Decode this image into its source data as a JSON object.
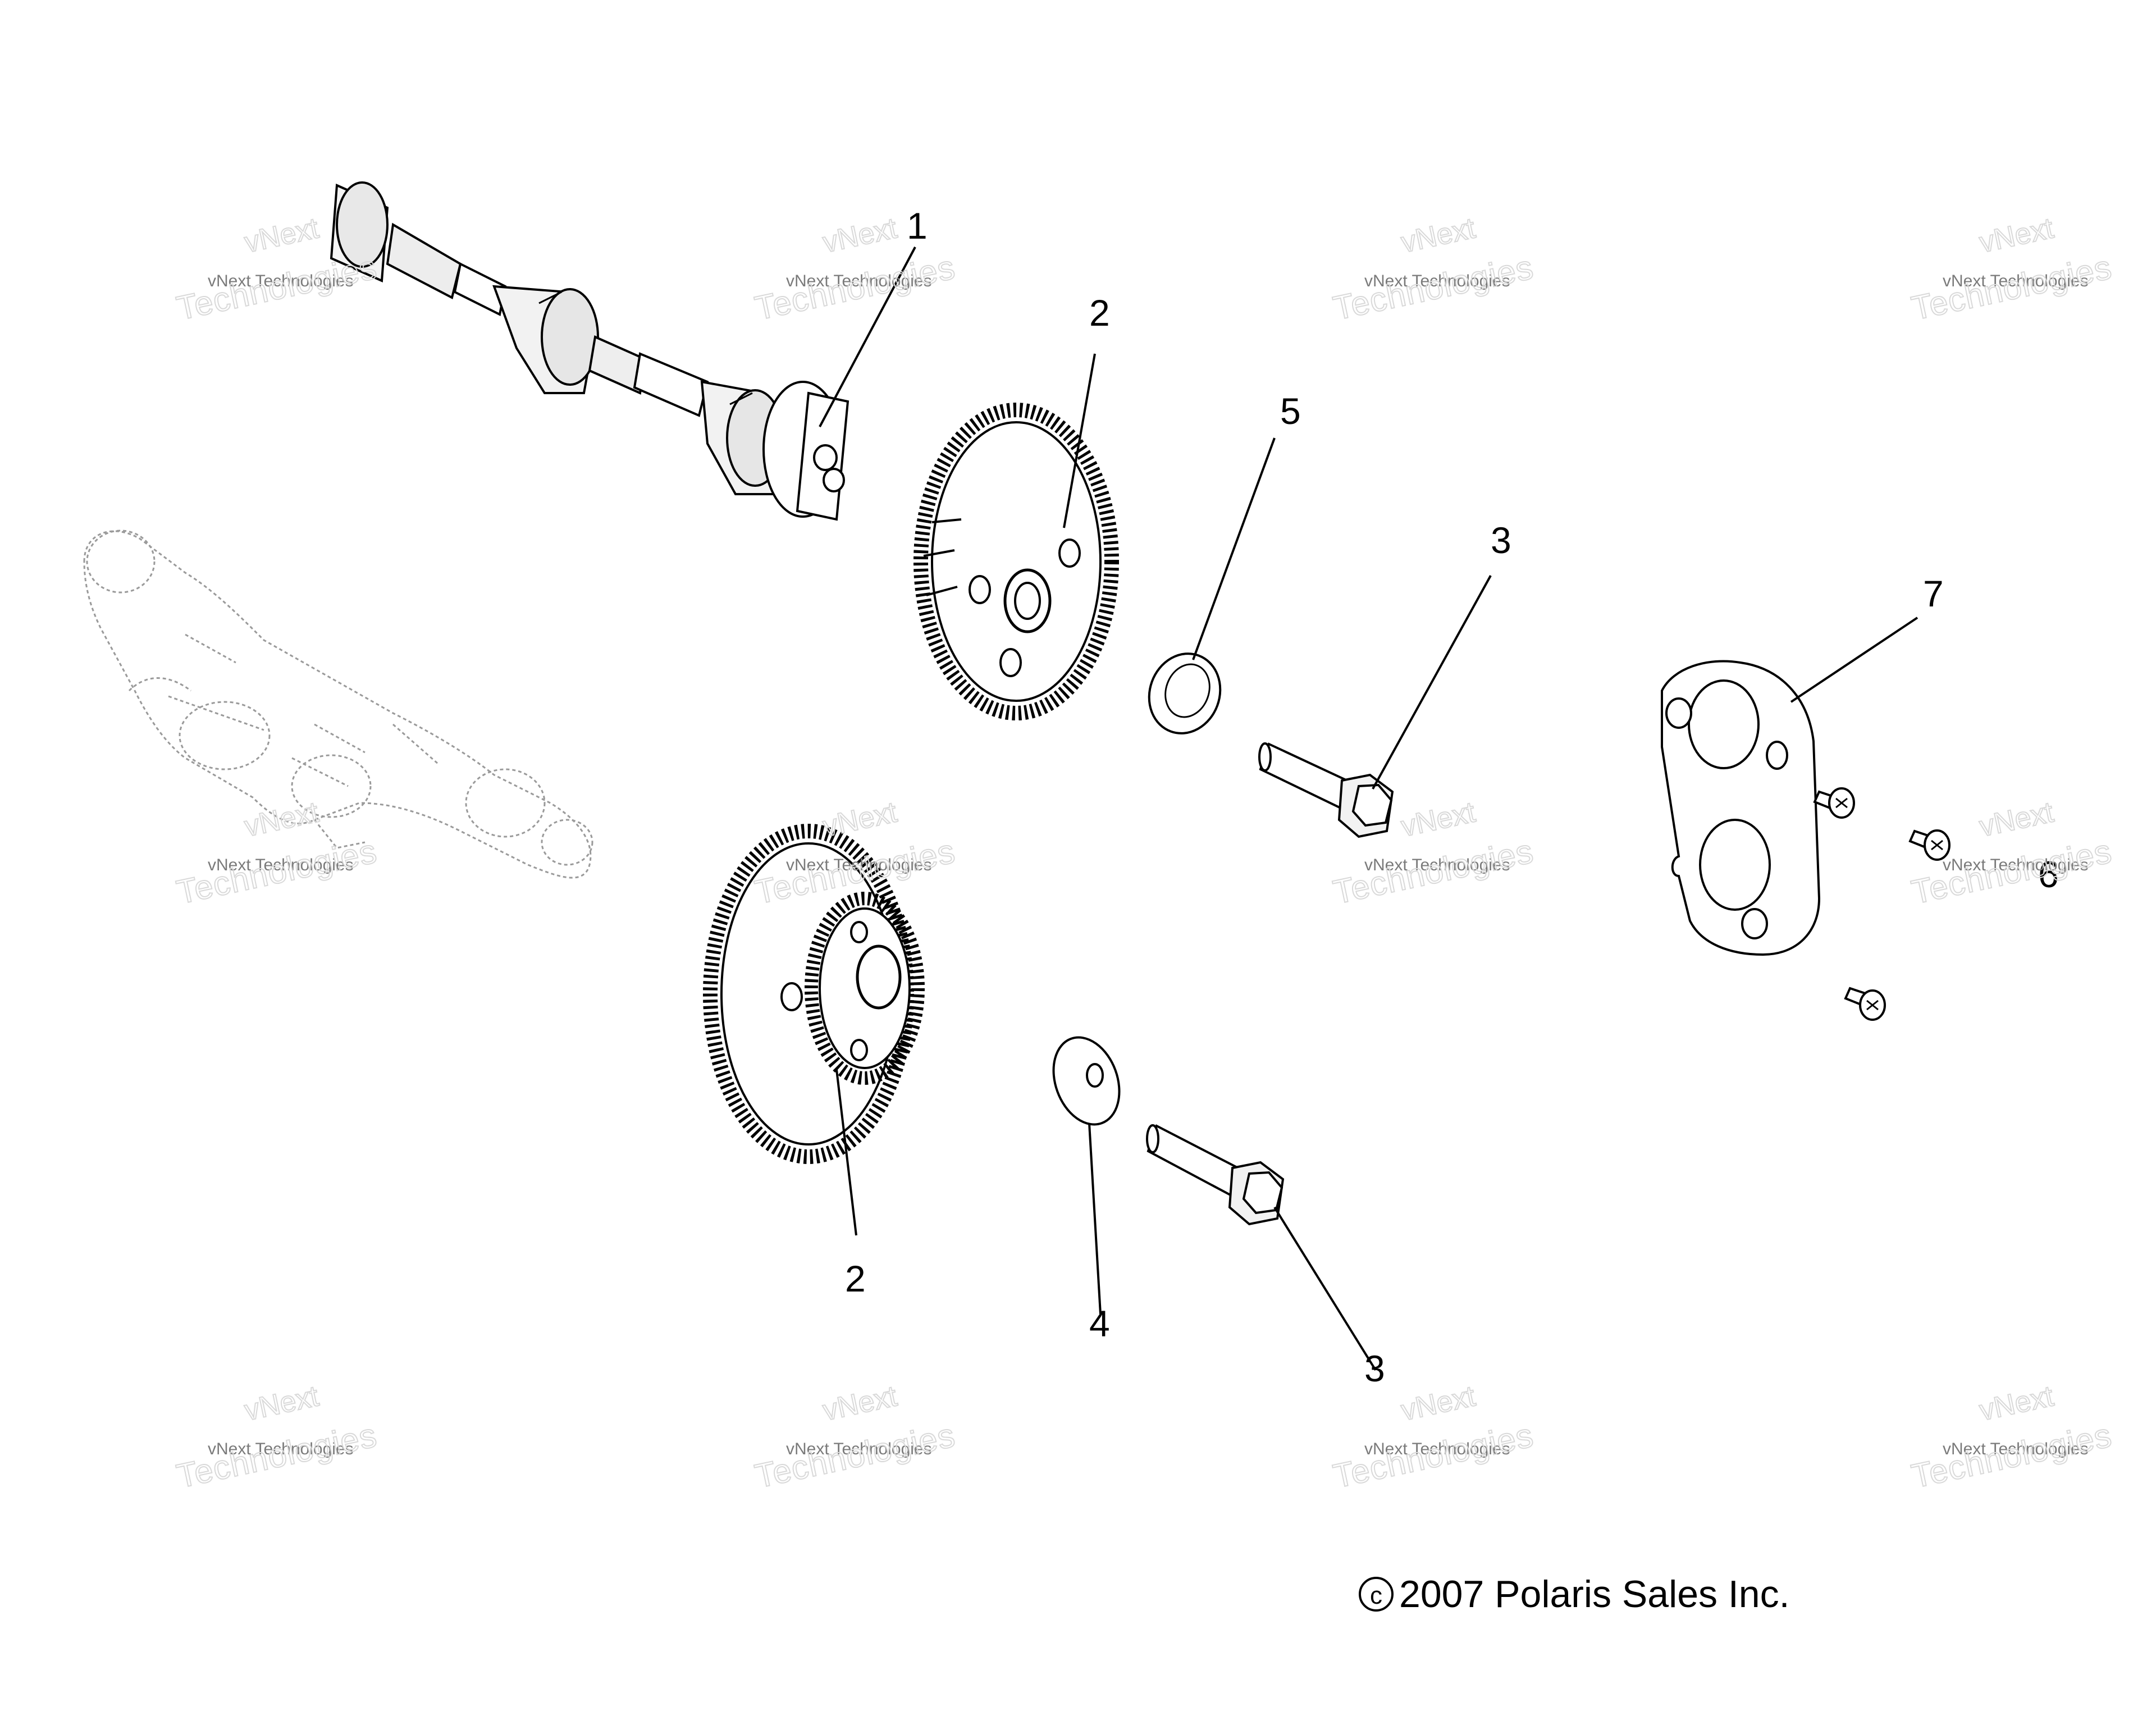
{
  "callouts": {
    "c1": "1",
    "c2a": "2",
    "c2b": "2",
    "c3a": "3",
    "c3b": "3",
    "c4": "4",
    "c5": "5",
    "c6": "6",
    "c7": "7"
  },
  "watermark": {
    "brand_top": "vNext",
    "brand_small": "vNext Technologies",
    "brand_large": "Technologies"
  },
  "copyright": {
    "symbol": "c",
    "text": "2007 Polaris Sales Inc."
  }
}
